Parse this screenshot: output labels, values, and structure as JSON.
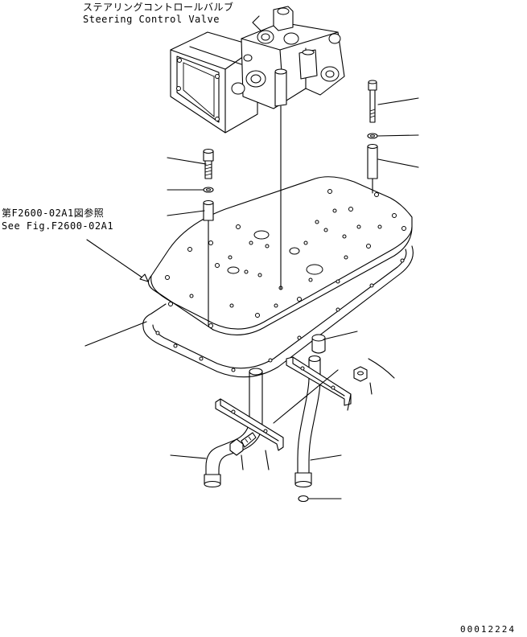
{
  "labels": {
    "valve_jp": "ステアリングコントロールバルブ",
    "valve_en": "Steering Control Valve",
    "ref_jp": "第F2600-02A1図参照",
    "ref_en": "See Fig.F2600-02A1"
  },
  "part_id": "00012224"
}
